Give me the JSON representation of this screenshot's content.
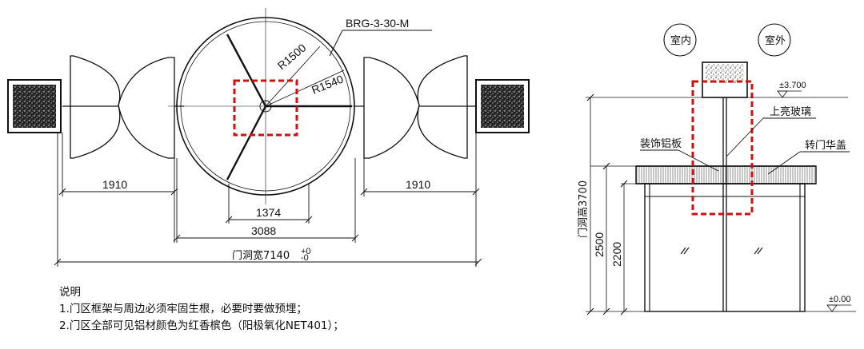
{
  "plan": {
    "model_label": "BRG-3-30-M",
    "radius_inner": "R1500",
    "radius_outer": "R1540",
    "dim_left": "1910",
    "dim_right": "1910",
    "dim_opening": "1374",
    "dim_diameter": "3088",
    "dim_total": "门洞宽7140",
    "dim_total_tolerance": "+0\n-0"
  },
  "elevation": {
    "indoor_label": "室内",
    "outdoor_label": "室外",
    "level_top": "±3.700",
    "level_bottom": "±0.00",
    "label_glass": "上亮玻璃",
    "label_aluminum": "装饰铝板",
    "label_canopy": "转门华盖",
    "dim_height_total": "门洞高3700",
    "dim_2500": "2500",
    "dim_2200": "2200",
    "glass_mark": "//"
  },
  "notes": {
    "title": "说明",
    "item1": "1.门区框架与周边必须牢固生根，必要时要做预埋；",
    "item2": "2.门区全部可见铝材颜色为红香槟色（阳极氧化NET401）；"
  },
  "colors": {
    "line": "#111111",
    "highlight": "#cc1111"
  }
}
